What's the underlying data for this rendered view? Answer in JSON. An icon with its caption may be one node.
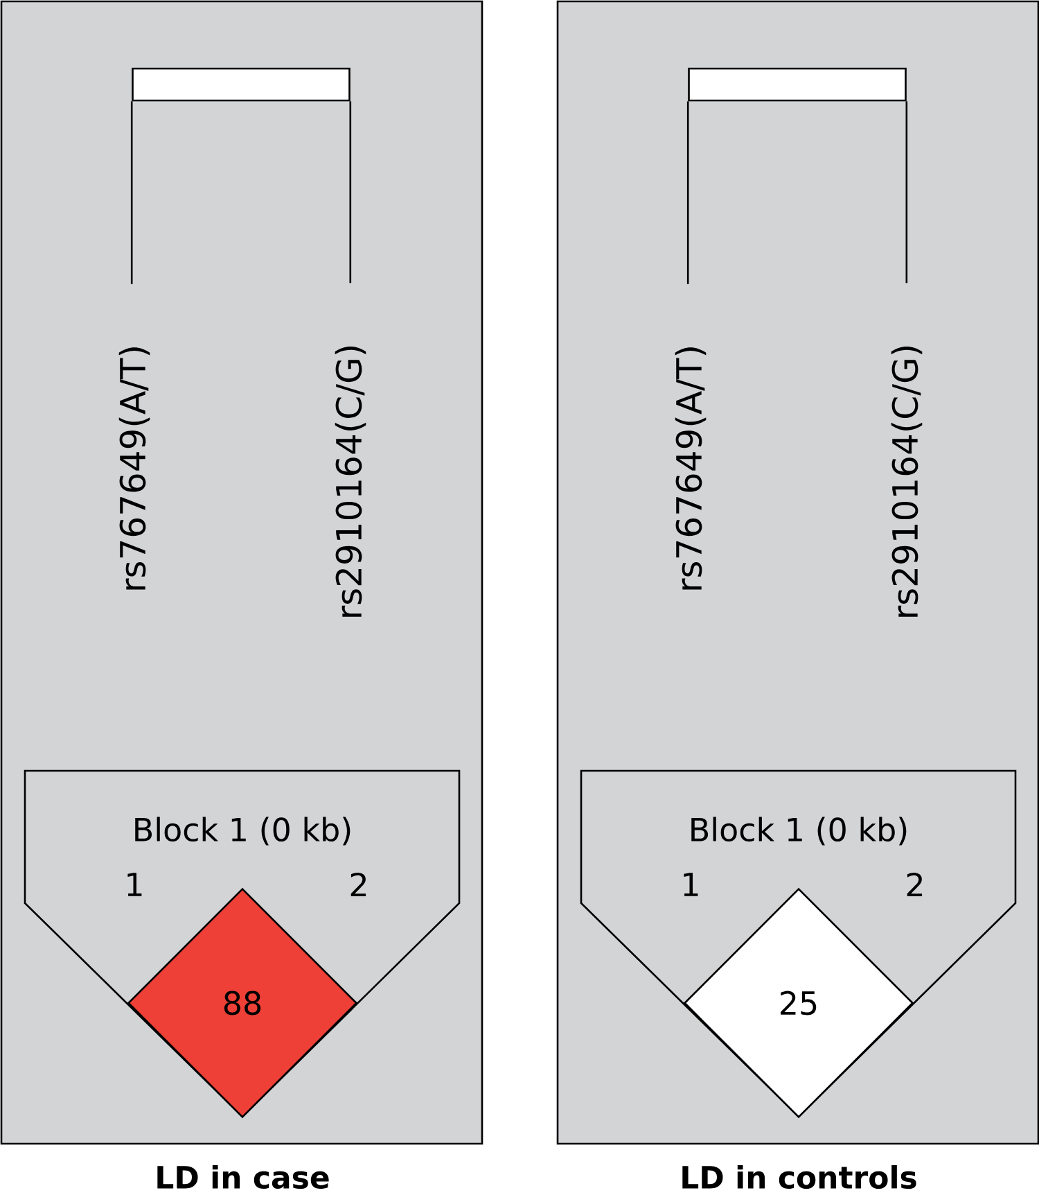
{
  "diagram": {
    "nodes": [
      {
        "text": [
          "LD in case"
        ]
      },
      {
        "text": [],
        "shape": "bar",
        "in": 0
      },
      {
        "text": [
          "rs767649(A/T)"
        ],
        "in": 0
      },
      {
        "text": [
          "rs2910164(C/G)"
        ],
        "in": 0
      },
      {
        "text": [
          "Block 1 (0 kb)",
          "1",
          "2"
        ],
        "in": 0
      },
      {
        "text": [
          "88"
        ],
        "in": 4
      },
      {
        "text": [
          "LD in controls"
        ]
      },
      {
        "text": [],
        "shape": "bar",
        "in": 6
      },
      {
        "text": [
          "rs767649(A/T)"
        ],
        "in": 6
      },
      {
        "text": [
          "rs2910164(C/G)"
        ],
        "in": 6
      },
      {
        "text": [
          "Block 1 (0 kb)",
          "1",
          "2"
        ],
        "in": 6
      },
      {
        "text": [
          "25"
        ],
        "in": 10
      }
    ],
    "edges": [
      {
        "from": 1,
        "to": 2,
        "arrow": "none"
      },
      {
        "from": 1,
        "to": 3,
        "arrow": "none"
      },
      {
        "from": 7,
        "to": 8,
        "arrow": "none"
      },
      {
        "from": 7,
        "to": 9,
        "arrow": "none"
      }
    ]
  }
}
